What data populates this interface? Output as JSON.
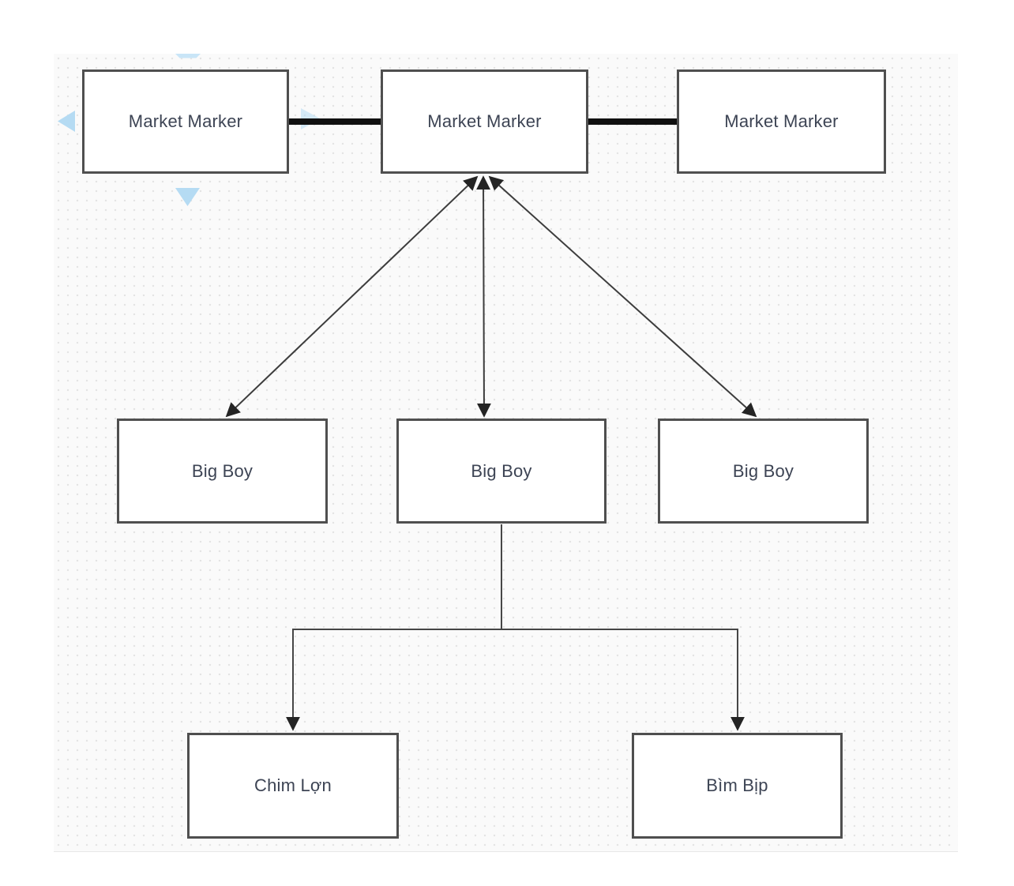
{
  "diagram": {
    "nodes": [
      {
        "id": "market-marker-left",
        "label": "Market Marker"
      },
      {
        "id": "market-marker-center",
        "label": "Market Marker"
      },
      {
        "id": "market-marker-right",
        "label": "Market Marker"
      },
      {
        "id": "big-boy-left",
        "label": "Big Boy"
      },
      {
        "id": "big-boy-center",
        "label": "Big Boy"
      },
      {
        "id": "big-boy-right",
        "label": "Big Boy"
      },
      {
        "id": "chim-lon",
        "label": "Chim Lợn"
      },
      {
        "id": "bim-bip",
        "label": "Bìm Bịp"
      }
    ],
    "edges": [
      {
        "from": "market-marker-left",
        "to": "market-marker-center",
        "style": "thick-line-no-arrow"
      },
      {
        "from": "market-marker-center",
        "to": "market-marker-right",
        "style": "thick-line-no-arrow"
      },
      {
        "from": "big-boy-left",
        "to": "market-marker-center",
        "style": "thin-double-arrow"
      },
      {
        "from": "big-boy-center",
        "to": "market-marker-center",
        "style": "thin-double-arrow"
      },
      {
        "from": "big-boy-right",
        "to": "market-marker-center",
        "style": "thin-double-arrow"
      },
      {
        "from": "big-boy-center",
        "to": "chim-lon",
        "style": "orthogonal-tree-arrow"
      },
      {
        "from": "big-boy-center",
        "to": "bim-bip",
        "style": "orthogonal-tree-arrow"
      }
    ],
    "hover_direction_arrows": [
      "up",
      "left",
      "right",
      "down"
    ],
    "colors": {
      "node_border": "#4f4f4f",
      "node_fill": "#ffffff",
      "node_text": "#3d4454",
      "thin_edge": "#3d3d3d",
      "thick_edge": "#101010",
      "hover_arrow_blue": "#b5dbf3",
      "canvas_background": "#fafafa",
      "grid_dot": "#e4e4e4"
    }
  }
}
